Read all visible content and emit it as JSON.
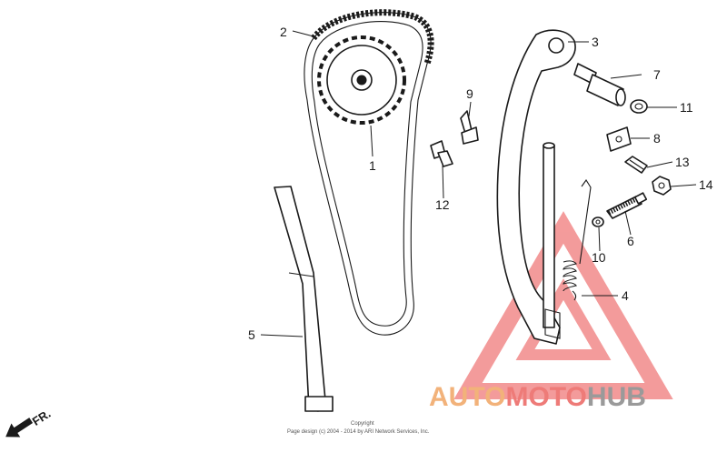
{
  "callouts": {
    "p1": "1",
    "p2": "2",
    "p3": "3",
    "p4": "4",
    "p5": "5",
    "p6": "6",
    "p7": "7",
    "p8": "8",
    "p9": "9",
    "p10": "10",
    "p11": "11",
    "p12": "12",
    "p13": "13",
    "p14": "14"
  },
  "orientation_label": "FR.",
  "copyright": {
    "line1": "Copyright",
    "line2": "Page design (c) 2004 - 2014 by ARI Network Services, Inc."
  },
  "watermark": {
    "part1": "AUTO",
    "part2": "MOTO",
    "part3": "HUB",
    "colors": {
      "auto": "#f2b27a",
      "moto": "#ee7b78",
      "hub": "#9a9a9a",
      "triangle": "#f07a7a"
    }
  }
}
